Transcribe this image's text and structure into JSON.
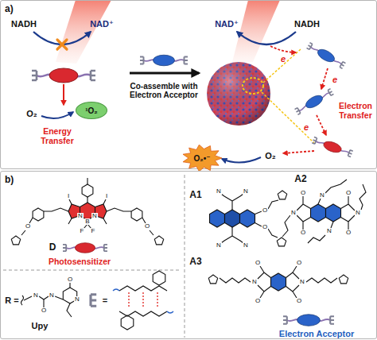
{
  "diagram": {
    "nodes": [
      {
        "text": [
          "a)"
        ]
      },
      {
        "text": [
          "¹O₂"
        ],
        "in": 0
      },
      {
        "text": [
          "O₂•⁻"
        ],
        "in": 0
      },
      {
        "text": [
          "b)"
        ]
      }
    ],
    "labels": [
      "NADH",
      "NAD⁺",
      "O₂",
      "Energy Transfer",
      "Co-assemble with Electron Acceptor",
      "NAD⁺",
      "NADH",
      "e",
      "Electron Transfer",
      "e",
      "e",
      "O₂",
      "D",
      "Photosensitizer",
      "R =",
      "Upy",
      "=",
      "A1",
      "A2",
      "A3",
      "Electron Acceptor",
      "I",
      "I",
      "N",
      "N",
      "B",
      "F",
      "F",
      "O",
      "O",
      "N",
      "O",
      "N",
      "N",
      "O",
      "N",
      "N",
      "N",
      "N",
      "O",
      "O",
      "O",
      "O",
      "O",
      "O",
      "N",
      "N",
      "N",
      "N",
      "N",
      "N",
      "O",
      "O",
      "O",
      "O"
    ]
  }
}
